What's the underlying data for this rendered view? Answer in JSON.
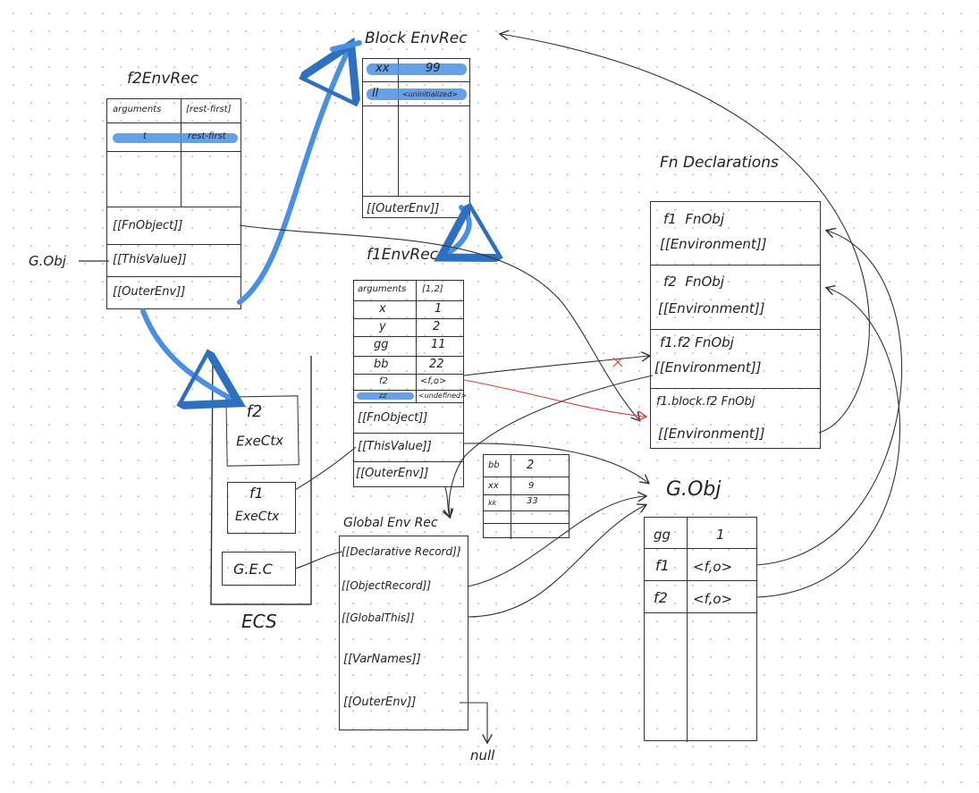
{
  "f2EnvRec": {
    "title": "f2EnvRec",
    "rows": [
      [
        "arguments",
        "[rest-first]"
      ],
      [
        "t",
        "rest-first"
      ]
    ],
    "fn_object": "[[FnObject]]",
    "this_value": "[[ThisValue]]",
    "outer_env": "[[OuterEnv]]"
  },
  "gobj_ref_label": "G.Obj",
  "blockEnvRec": {
    "title": "Block EnvRec",
    "rows": [
      [
        "xx",
        "99"
      ],
      [
        "ll",
        "<uninitialized>"
      ]
    ],
    "outer_env": "[[OuterEnv]]"
  },
  "f1EnvRec": {
    "title": "f1EnvRec",
    "rows": [
      [
        "arguments",
        "[1,2]"
      ],
      [
        "x",
        "1"
      ],
      [
        "y",
        "2"
      ],
      [
        "gg",
        "11"
      ],
      [
        "bb",
        "22"
      ],
      [
        "f2",
        "<f,o>"
      ],
      [
        "zz",
        "<undefined>"
      ]
    ],
    "fn_object": "[[FnObject]]",
    "this_value": "[[ThisValue]]",
    "outer_env": "[[OuterEnv]]"
  },
  "declTable": {
    "rows": [
      [
        "bb",
        "2"
      ],
      [
        "xx",
        "9"
      ],
      [
        "kk",
        "33"
      ]
    ]
  },
  "ecs": {
    "label": "ECS",
    "frames": [
      [
        "f2",
        "ExeCtx"
      ],
      [
        "f1",
        "ExeCtx"
      ],
      [
        "G.E.C"
      ]
    ]
  },
  "globalEnvRec": {
    "title": "Global Env Rec",
    "rows": [
      "[[Declarative Record]]",
      "[[ObjectRecord]]",
      "[[GlobalThis]]",
      "[[VarNames]]",
      "[[OuterEnv]]"
    ],
    "null_label": "null"
  },
  "fnDecl": {
    "title": "Fn Declarations",
    "entries": [
      {
        "name": "f1  FnObj",
        "env": "[[Environment]]"
      },
      {
        "name": "f2  FnObj",
        "env": "[[Environment]]"
      },
      {
        "name": "f1.f2 FnObj",
        "env": "[[Environment]]"
      },
      {
        "name": "f1.block.f2 FnObj",
        "env": "[[Environment]]"
      }
    ]
  },
  "gobj": {
    "title": "G.Obj",
    "rows": [
      [
        "gg",
        "1"
      ],
      [
        "f1",
        "<f,o>"
      ],
      [
        "f2",
        "<f,o>"
      ]
    ]
  },
  "colors": {
    "ink": "#333333",
    "highlight": "#4a90e2",
    "red_arrow": "#e23b3b"
  }
}
